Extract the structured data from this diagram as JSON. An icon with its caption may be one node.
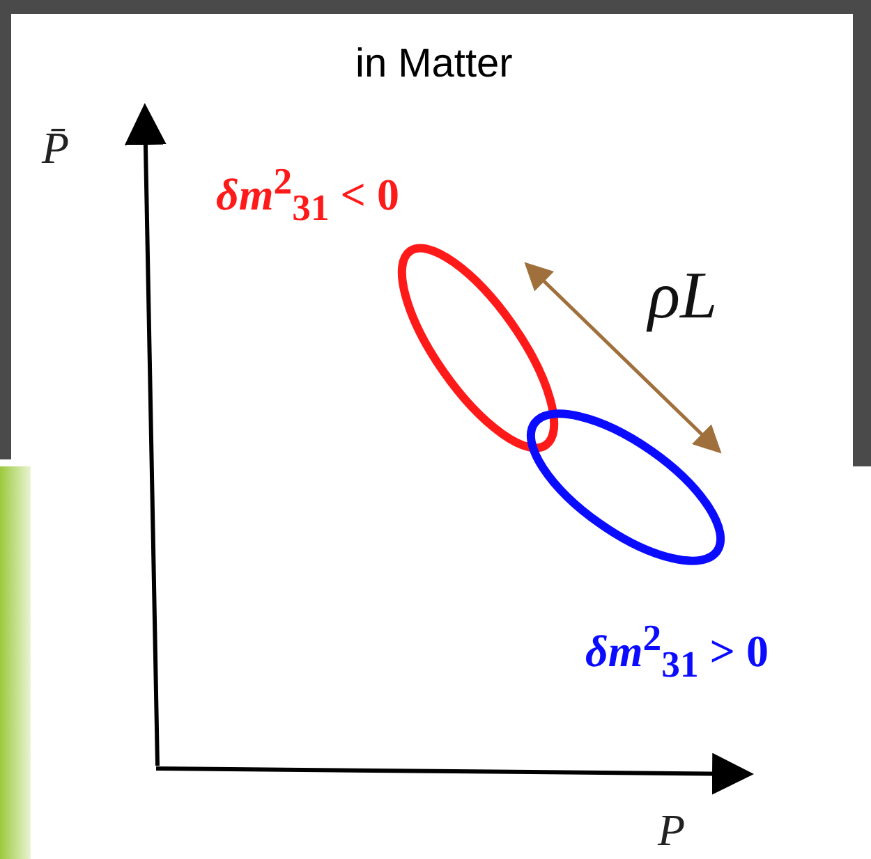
{
  "diagram": {
    "title": "in Matter",
    "labels": [
      "P̄",
      "*δm*$^{2}$$_{31}$ < 0",
      "ρL",
      "*δm*$^{2}$$_{31}$ > 0",
      "P"
    ]
  }
}
